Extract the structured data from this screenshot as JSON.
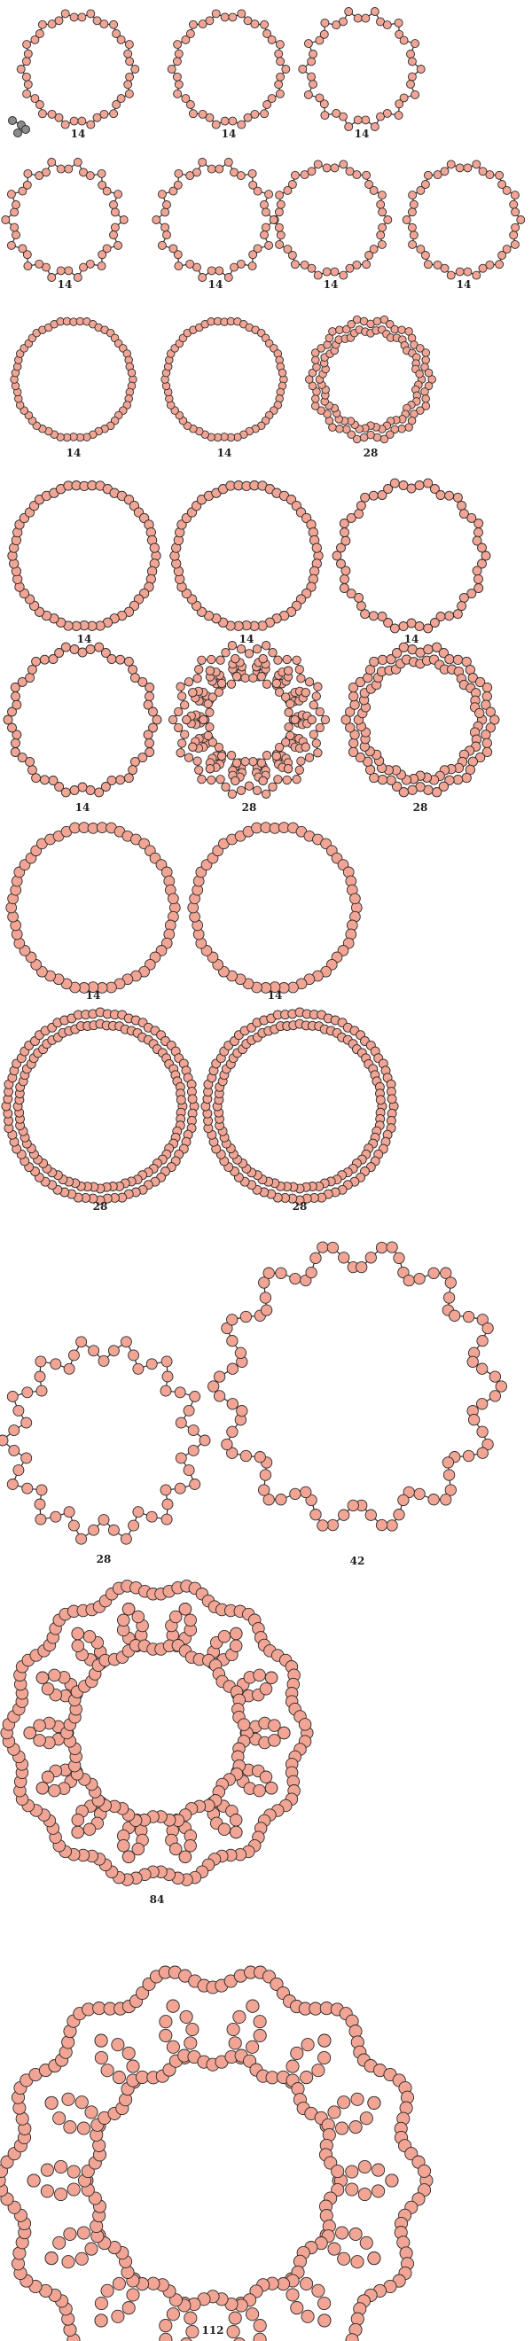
{
  "palette": {
    "bead_fill": "#f2a594",
    "bead_stroke": "#2a2a2a",
    "bond_stroke": "#2a2a2a",
    "legend_fill": "#8c8c8c"
  },
  "legend": {
    "icon": "trimer-unit-icon"
  },
  "rings": [
    {
      "label": "14",
      "style": "lobed"
    },
    {
      "label": "14",
      "style": "lobed"
    },
    {
      "label": "14",
      "style": "zigzag"
    },
    {
      "label": "14",
      "style": "zigzag"
    },
    {
      "label": "14",
      "style": "zigzag"
    },
    {
      "label": "14",
      "style": "lobed"
    },
    {
      "label": "14",
      "style": "lobed"
    },
    {
      "label": "14",
      "style": "smooth"
    },
    {
      "label": "14",
      "style": "smooth"
    },
    {
      "label": "28",
      "style": "double-lobed"
    },
    {
      "label": "14",
      "style": "smooth"
    },
    {
      "label": "14",
      "style": "smooth"
    },
    {
      "label": "14",
      "style": "scalloped"
    },
    {
      "label": "14",
      "style": "scalloped"
    },
    {
      "label": "28",
      "style": "flower"
    },
    {
      "label": "28",
      "style": "double-lobed"
    },
    {
      "label": "14",
      "style": "smooth"
    },
    {
      "label": "14",
      "style": "smooth"
    },
    {
      "label": "28",
      "style": "double"
    },
    {
      "label": "28",
      "style": "double"
    },
    {
      "label": "28",
      "style": "branched"
    },
    {
      "label": "42",
      "style": "zigzag-large"
    },
    {
      "label": "84",
      "style": "flower-large"
    },
    {
      "label": "112",
      "style": "branched-large"
    }
  ]
}
